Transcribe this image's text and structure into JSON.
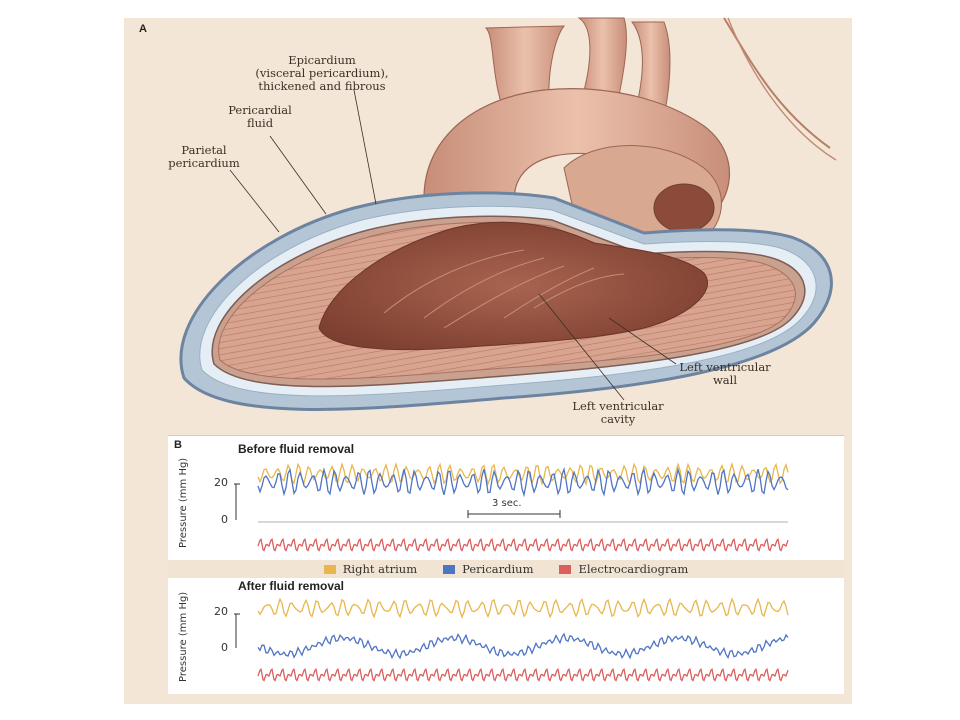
{
  "figure": {
    "panel_a": {
      "letter": "A",
      "labels": {
        "epicardium": "Epicardium\n(visceral pericardium),\nthickened and fibrous",
        "pericardial_fluid": "Pericardial\nfluid",
        "parietal_pericardium": "Parietal\npericardium",
        "lv_wall": "Left ventricular\nwall",
        "lv_cavity": "Left ventricular\ncavity"
      }
    },
    "panel_b": {
      "letter": "B",
      "before_title": "Before fluid removal",
      "after_title": "After fluid removal",
      "y_axis_label": "Pressure (mm Hg)",
      "ticks": [
        "20",
        "0"
      ],
      "time_scale": "3 sec.",
      "legend": [
        {
          "label": "Right atrium",
          "color": "#e8b64c"
        },
        {
          "label": "Pericardium",
          "color": "#4f74c4"
        },
        {
          "label": "Electrocardiogram",
          "color": "#d9605e"
        }
      ]
    }
  }
}
